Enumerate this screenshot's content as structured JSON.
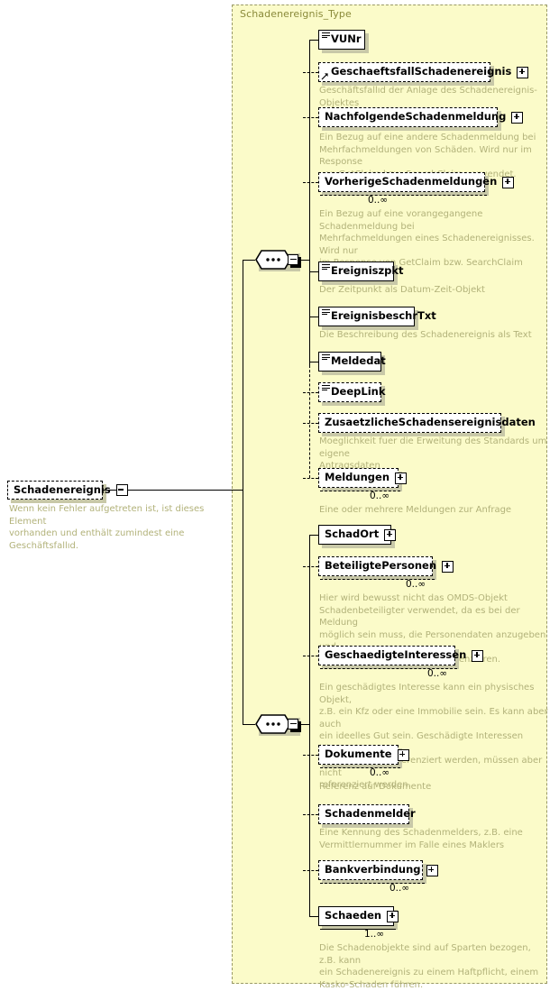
{
  "diagram": {
    "kind": "xsd-schema-diagram",
    "type_title": "Schadenereignis_Type",
    "colors": {
      "canvas": "#ffffff",
      "type_background": "#fbfbc9",
      "type_border": "#999966",
      "type_title_text": "#8a8a3a",
      "annotation_text": "#b2b27a",
      "box_fill": "#ffffff",
      "box_border": "#000000",
      "box_shadow": "#c8c8a8"
    },
    "root": {
      "label": "Schadenereignis",
      "expander": "minus",
      "optional": true,
      "annotation": "Wenn kein Fehler aufgetreten ist, ist dieses Element\nvorhanden und enthält zumindest eine Geschäftsfallıd."
    },
    "compositors": [
      {
        "name": "sequence-1",
        "icon": "sequence-dots",
        "expander": "minus"
      },
      {
        "name": "sequence-2",
        "icon": "sequence-dots",
        "expander": "minus"
      }
    ],
    "groups": [
      {
        "name": "sequence-1",
        "elements": [
          {
            "label": "VUNr",
            "optional": false,
            "repeated": false,
            "icon": "simple-type-lines-icon",
            "expander": null,
            "cardinality": null,
            "annotation": null
          },
          {
            "label": "GeschaeftsfallSchadenereignis",
            "optional": true,
            "repeated": false,
            "icon": "reference-arrow-icon",
            "expander": "plus",
            "cardinality": null,
            "annotation": "Geschäftsfallıd der Anlage des Schadenereignis-Objektes"
          },
          {
            "label": "NachfolgendeSchadenmeldung",
            "optional": true,
            "repeated": false,
            "icon": null,
            "expander": "plus",
            "cardinality": null,
            "annotation": "Ein Bezug auf eine andere Schadenmeldung bei\nMehrfachmeldungen von Schäden. Wird nur im Response\nvon GetClaim bzw. SearchClaim verwendet."
          },
          {
            "label": "VorherigeSchadenmeldungen",
            "optional": true,
            "repeated": true,
            "icon": null,
            "expander": "plus",
            "cardinality": "0..∞",
            "annotation": "Ein Bezug auf eine vorangegangene Schadenmeldung bei\nMehrfachmeldungen eines Schadenereignisses. Wird nur\nim Response von GetClaim bzw. SearchClaim\nverwendet."
          },
          {
            "label": "Ereigniszpkt",
            "optional": false,
            "repeated": false,
            "icon": "simple-type-lines-icon",
            "expander": null,
            "cardinality": null,
            "annotation": "Der Zeitpunkt als Datum-Zeit-Objekt"
          },
          {
            "label": "EreignisbeschrTxt",
            "optional": false,
            "repeated": false,
            "icon": "simple-type-lines-icon",
            "expander": null,
            "cardinality": null,
            "annotation": "Die Beschreibung des Schadenereignis als Text"
          },
          {
            "label": "Meldedat",
            "optional": false,
            "repeated": false,
            "icon": "simple-type-lines-icon",
            "expander": null,
            "cardinality": null,
            "annotation": null
          },
          {
            "label": "DeepLink",
            "optional": true,
            "repeated": false,
            "icon": "simple-type-lines-icon",
            "expander": null,
            "cardinality": null,
            "annotation": null
          },
          {
            "label": "ZusaetzlicheSchadensereignisdaten",
            "optional": true,
            "repeated": false,
            "icon": null,
            "expander": null,
            "cardinality": null,
            "annotation": "Moeglichkeit fuer die Erweitung des Standards um eigene\nAntragsdaten"
          },
          {
            "label": "Meldungen",
            "optional": true,
            "repeated": true,
            "icon": null,
            "expander": "plus",
            "cardinality": "0..∞",
            "annotation": "Eine oder mehrere Meldungen zur Anfrage"
          }
        ]
      },
      {
        "name": "sequence-2",
        "elements": [
          {
            "label": "SchadOrt",
            "optional": false,
            "repeated": false,
            "icon": null,
            "expander": "plus",
            "cardinality": null,
            "annotation": null
          },
          {
            "label": "BeteiligtePersonen",
            "optional": true,
            "repeated": true,
            "icon": null,
            "expander": "plus",
            "cardinality": "0..∞",
            "annotation": "Hier wird bewusst nicht das OMDS-Objekt\nSchadenbeteiligter verwendet, da es bei der Meldung\nmöglich sein muss, die Personendaten anzugeben und\nnicht nur auf Personen zu referenzieren."
          },
          {
            "label": "GeschaedigteInteressen",
            "optional": true,
            "repeated": true,
            "icon": null,
            "expander": "plus",
            "cardinality": "0..∞",
            "annotation": "Ein geschädigtes Interesse kann ein physisches Objekt,\nz.B. ein Kfz oder eine Immobilie sein. Es kann aber auch\nein ideelles Gut sein. Geschädigte Interessen können im\nSchadenobjekt referenziert werden, müssen aber nicht\nreferenziert werden."
          },
          {
            "label": "Dokumente",
            "optional": true,
            "repeated": true,
            "icon": null,
            "expander": "plus",
            "cardinality": "0..∞",
            "annotation": "Referenz auf Dokumente"
          },
          {
            "label": "Schadenmelder",
            "optional": true,
            "repeated": false,
            "icon": null,
            "expander": null,
            "cardinality": null,
            "annotation": "Eine Kennung des Schadenmelders, z.B. eine\nVermittlernummer im Falle eines Maklers"
          },
          {
            "label": "Bankverbindung",
            "optional": true,
            "repeated": true,
            "icon": null,
            "expander": "plus",
            "cardinality": "0..∞",
            "annotation": null
          },
          {
            "label": "Schaeden",
            "optional": false,
            "repeated": true,
            "icon": null,
            "expander": "plus",
            "cardinality": "1..∞",
            "annotation": "Die Schadenobjekte sind auf Sparten bezogen, z.B. kann\nein Schadenereignis zu einem Haftpflicht, einem\nKasko-Schaden führen."
          }
        ]
      }
    ]
  }
}
